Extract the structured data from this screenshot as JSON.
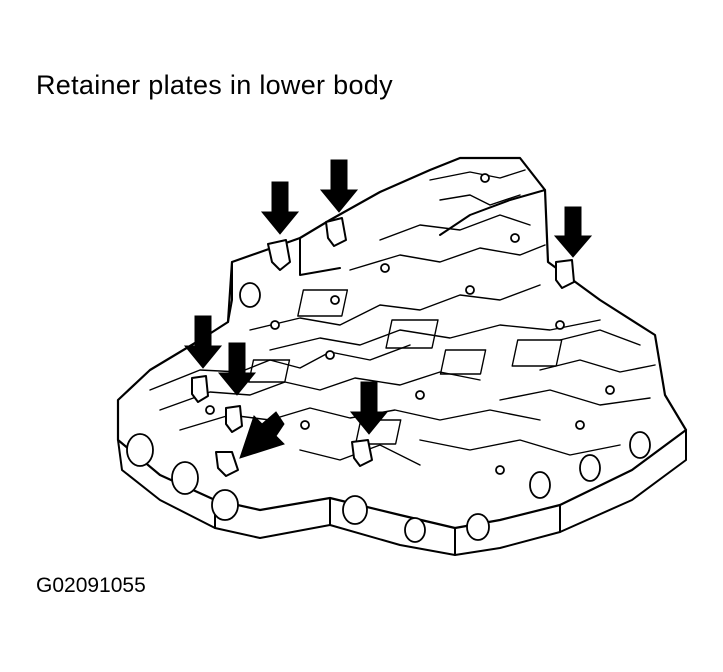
{
  "caption": "Retainer plates in lower body",
  "figure_id": "G02091055",
  "colors": {
    "ink": "#000000",
    "paper": "#ffffff"
  },
  "arrow_count": 7
}
